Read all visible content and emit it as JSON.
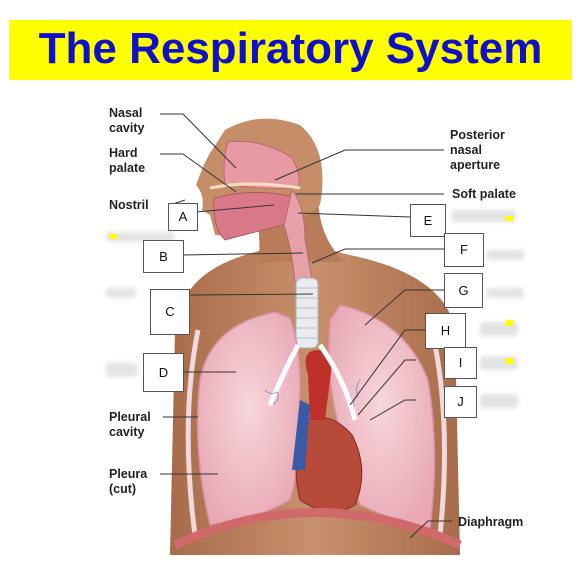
{
  "title": "The Respiratory System",
  "labels": {
    "nasal_cavity": "Nasal cavity",
    "hard_palate": "Hard palate",
    "nostril": "Nostril",
    "posterior_nasal_aperture": "Posterior nasal aperture",
    "soft_palate": "Soft palate",
    "pleural_cavity": "Pleural cavity",
    "pleura_cut": "Pleura (cut)",
    "diaphragm": "Diaphragm"
  },
  "boxes": [
    "A",
    "B",
    "C",
    "D",
    "E",
    "F",
    "G",
    "H",
    "I",
    "J"
  ],
  "colors": {
    "title_bg": "#ffff00",
    "title_text": "#1010c8",
    "lung": "#f2c4cc",
    "heart": "#c0302a",
    "skin": "#c48a66"
  }
}
